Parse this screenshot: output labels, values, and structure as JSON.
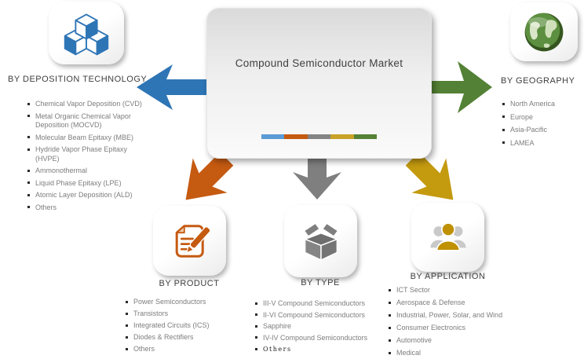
{
  "diagram_title": "Compound Semiconductor Market",
  "center_bar_colors": [
    "#5B9BD5",
    "#C55A11",
    "#848484",
    "#C9A227",
    "#538135"
  ],
  "arrows": {
    "left_color": "#2E75B6",
    "right_color": "#538135",
    "down_left_color": "#C55A11",
    "down_color": "#7F7F7F",
    "down_right_color": "#C49A0F"
  },
  "sections": {
    "deposition": {
      "heading": "BY DEPOSITION TECHNOLOGY",
      "icon": "cubes-icon",
      "items": [
        "Chemical Vapor Deposition (CVD)",
        "Metal Organic Chemical Vapor Deposition (MOCVD)",
        "Molecular Beam Epitaxy (MBE)",
        "Hydride Vapor Phase Epitaxy (HVPE)",
        "Ammonothermal",
        "Liquid Phase Epitaxy (LPE)",
        "Atomic Layer Deposition (ALD)",
        "Others"
      ]
    },
    "geography": {
      "heading": "BY GEOGRAPHY",
      "icon": "globe-icon",
      "items": [
        "North America",
        "Europe",
        "Asia-Pacific",
        "LAMEA"
      ]
    },
    "product": {
      "heading": "BY PRODUCT",
      "icon": "note-pencil-icon",
      "items": [
        "Power Semiconductors",
        "Transistors",
        "Integrated Circuits (ICS)",
        "Diodes & Rectifiers",
        "Others"
      ]
    },
    "type": {
      "heading": "BY TYPE",
      "icon": "open-box-icon",
      "items": [
        "III-V Compound Semiconductors",
        "II-VI Compound Semiconductors",
        "Sapphire",
        "IV-IV Compound Semiconductors",
        "Others"
      ]
    },
    "application": {
      "heading": "BY APPLICATION",
      "icon": "people-icon",
      "items": [
        "ICT Sector",
        "Aerospace & Defense",
        "Industrial, Power, Solar, and Wind",
        "Consumer Electronics",
        "Automotive",
        "Medical"
      ]
    }
  }
}
